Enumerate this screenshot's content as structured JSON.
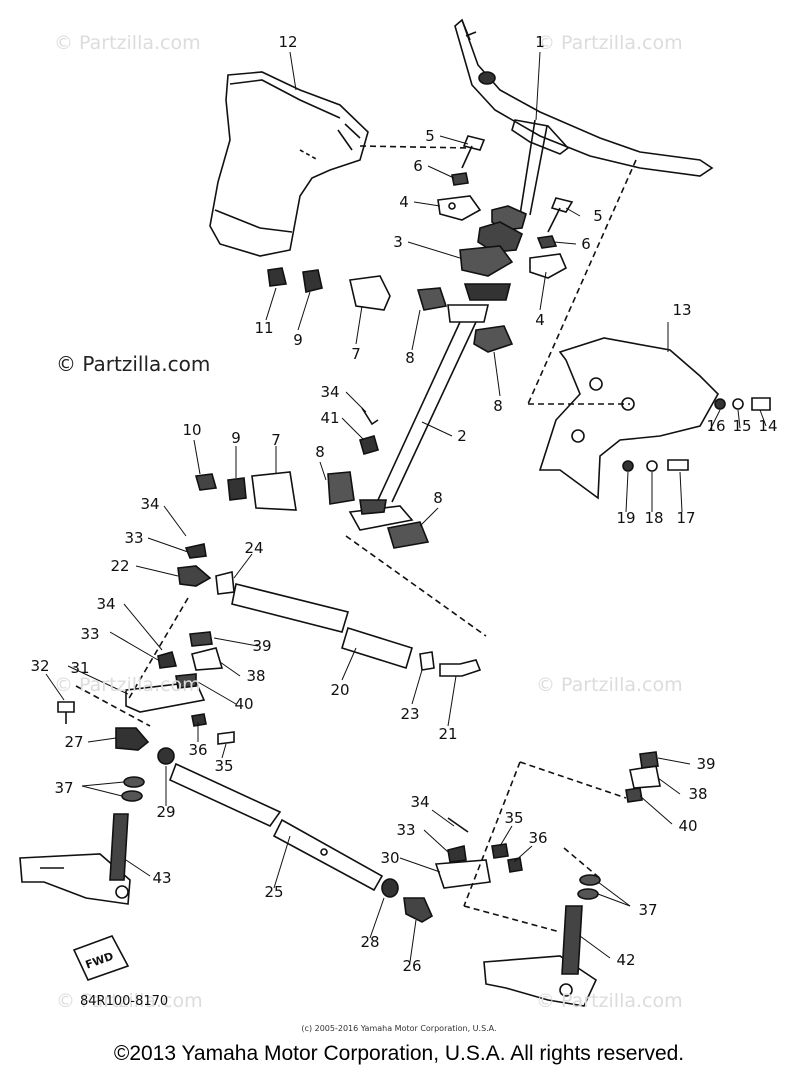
{
  "watermark": "© Partzilla.com",
  "diagram_code": "84R100-8170",
  "fwd_label": "FWD",
  "small_copyright": "(c) 2005-2016 Yamaha Motor Corporation, U.S.A.",
  "footer": "©2013 Yamaha Motor Corporation, U.S.A. All rights reserved.",
  "callouts": [
    "1",
    "2",
    "3",
    "4",
    "4",
    "5",
    "5",
    "6",
    "6",
    "7",
    "7",
    "8",
    "8",
    "8",
    "8",
    "9",
    "9",
    "10",
    "11",
    "12",
    "13",
    "14",
    "15",
    "16",
    "17",
    "18",
    "19",
    "20",
    "21",
    "22",
    "23",
    "24",
    "25",
    "26",
    "27",
    "28",
    "29",
    "30",
    "31",
    "32",
    "33",
    "33",
    "33",
    "34",
    "34",
    "34",
    "34",
    "35",
    "35",
    "36",
    "36",
    "37",
    "37",
    "38",
    "38",
    "39",
    "39",
    "40",
    "40",
    "41",
    "42",
    "43"
  ]
}
